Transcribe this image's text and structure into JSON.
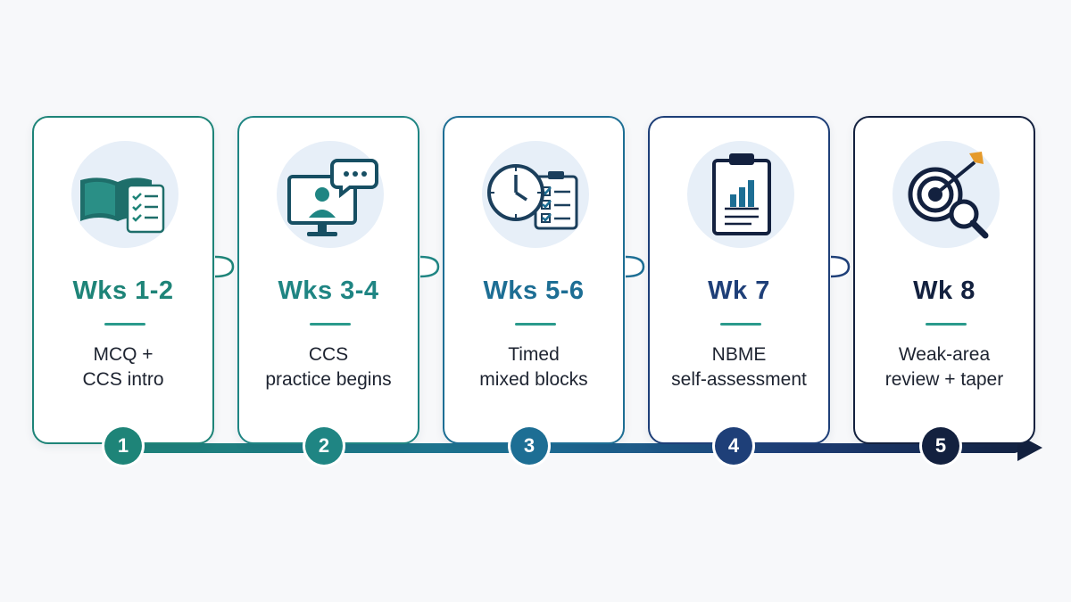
{
  "colors": {
    "stage1": "#1e8478",
    "stage2": "#1f8583",
    "stage3": "#1d6e94",
    "stage4": "#1e3f78",
    "stage5": "#13213f",
    "icon_bg": "#e7eff8",
    "divider": "#2a9a8c"
  },
  "stages": [
    {
      "number": "1",
      "week": "Wks 1-2",
      "desc": [
        "MCQ +",
        "CCS intro"
      ],
      "icon": "open-book-checklist-icon"
    },
    {
      "number": "2",
      "week": "Wks 3-4",
      "desc": [
        "CCS",
        "practice begins"
      ],
      "icon": "video-call-monitor-icon"
    },
    {
      "number": "3",
      "week": "Wks 5-6",
      "desc": [
        "Timed",
        "mixed blocks"
      ],
      "icon": "clock-checklist-icon"
    },
    {
      "number": "4",
      "week": "Wk 7",
      "desc": [
        "NBME",
        "self-assessment"
      ],
      "icon": "clipboard-bar-chart-icon"
    },
    {
      "number": "5",
      "week": "Wk 8",
      "desc": [
        "Weak-area",
        "review + taper"
      ],
      "icon": "target-magnifier-icon"
    }
  ]
}
